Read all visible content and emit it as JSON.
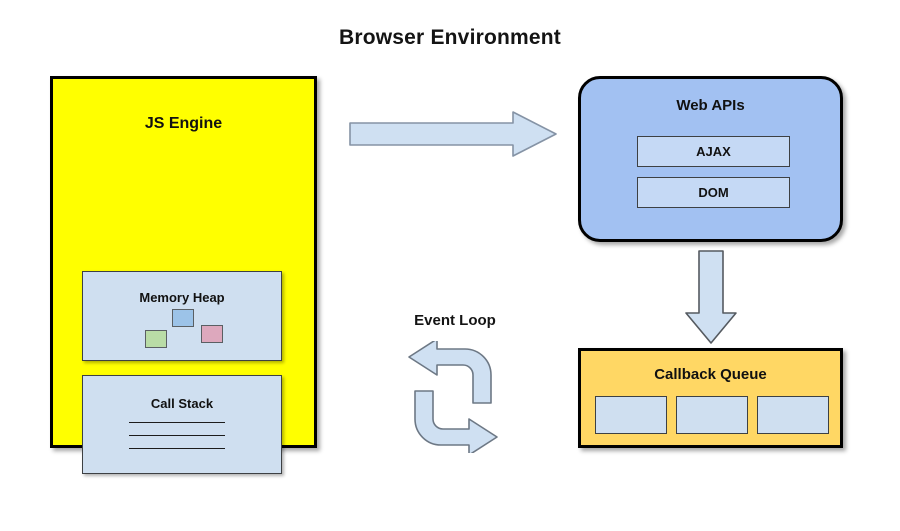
{
  "diagram": {
    "title": "Browser Environment",
    "js_engine": {
      "label": "JS Engine",
      "fill_color": "#FFFF00",
      "memory_heap": {
        "label": "Memory Heap",
        "blocks": [
          {
            "name": "blue-block",
            "color": "#9CC3E8"
          },
          {
            "name": "green-block",
            "color": "#B9DCA6"
          },
          {
            "name": "pink-block",
            "color": "#DDA8BD"
          }
        ]
      },
      "call_stack": {
        "label": "Call Stack",
        "frame_count": 3
      }
    },
    "web_apis": {
      "label": "Web APIs",
      "fill_color": "#A2C1F2",
      "items": [
        {
          "label": "AJAX"
        },
        {
          "label": "DOM"
        }
      ]
    },
    "callback_queue": {
      "label": "Callback Queue",
      "fill_color": "#FFD764",
      "slots": [
        {
          "label": ""
        },
        {
          "label": ""
        },
        {
          "label": ""
        }
      ]
    },
    "event_loop": {
      "label": "Event Loop",
      "arrow_color": "#CFE0F2"
    },
    "arrows": [
      {
        "name": "engine-to-webapis",
        "direction": "right",
        "color": "#CFE0F2"
      },
      {
        "name": "webapis-to-queue",
        "direction": "down",
        "color": "#CFE0F2"
      }
    ]
  }
}
